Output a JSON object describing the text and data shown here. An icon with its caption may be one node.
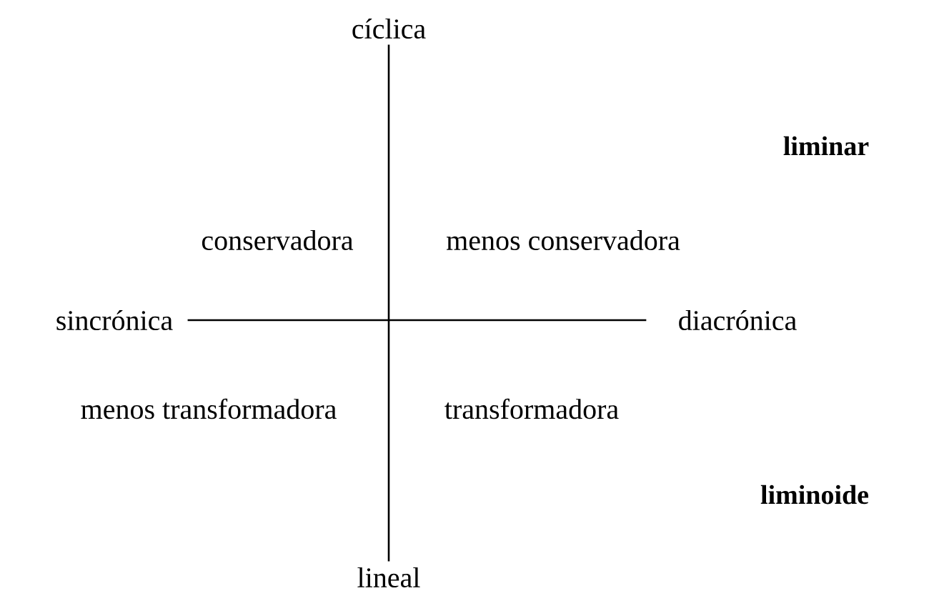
{
  "diagram": {
    "nodes": [
      {
        "text": [
          "cíclica"
        ]
      },
      {
        "text": [
          "lineal"
        ]
      },
      {
        "text": [
          "sincrónica"
        ]
      },
      {
        "text": [
          "diacrónica"
        ]
      }
    ],
    "edges": [
      {
        "from": 0,
        "to": 1,
        "arrow": "none"
      },
      {
        "from": 2,
        "to": 3,
        "arrow": "none"
      }
    ],
    "labels": [
      "liminar",
      "conservadora",
      "menos conservadora",
      "menos transformadora",
      "transformadora",
      "liminoide"
    ]
  }
}
